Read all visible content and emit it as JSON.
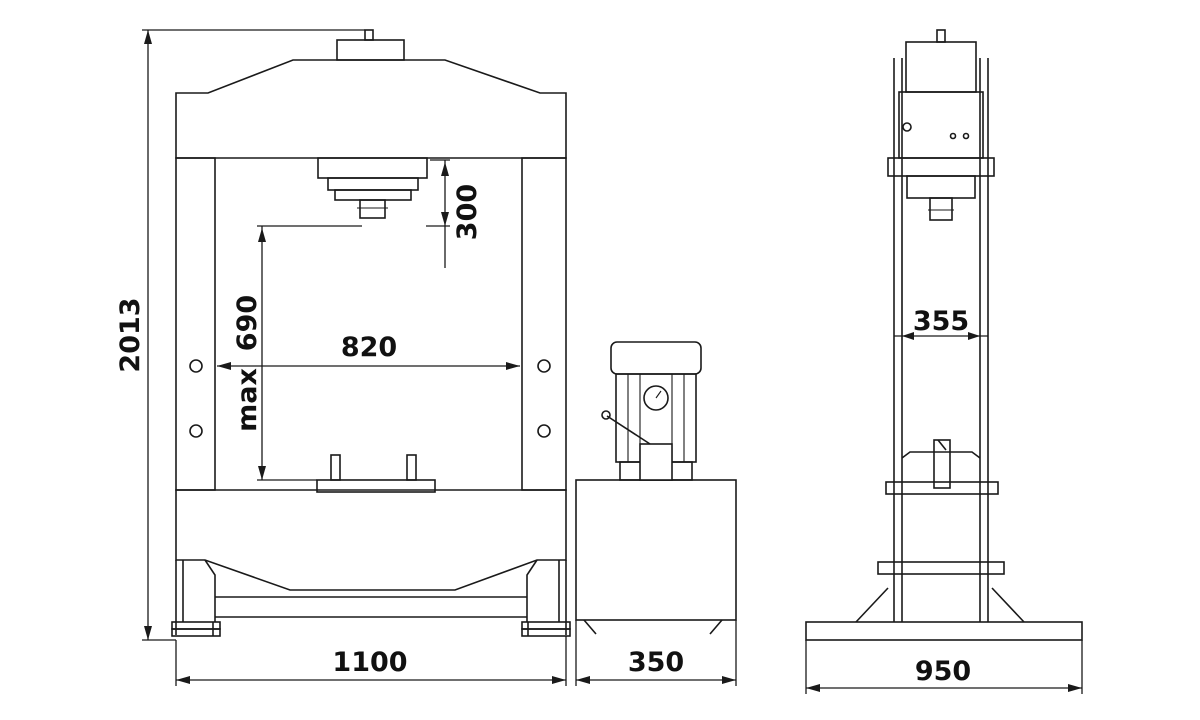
{
  "drawing": {
    "labels": {
      "total_height": "2013",
      "stroke": "300",
      "max_prefix": "max",
      "max_value": "690",
      "inner_width": "820",
      "frame_width": "1100",
      "pump_width": "350",
      "side_inner": "355",
      "side_base": "950"
    }
  }
}
